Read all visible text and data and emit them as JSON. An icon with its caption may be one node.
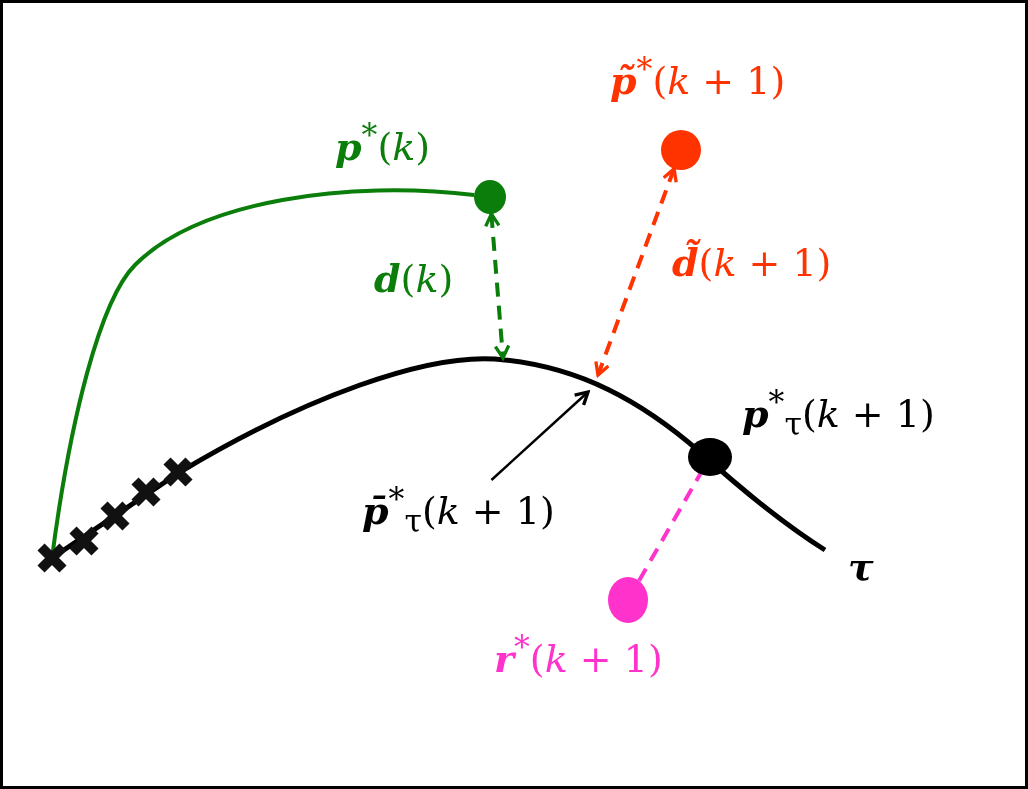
{
  "diagram": {
    "nodes": [
      {
        "text": [
          "**p**$^{*}$(*k*)"
        ]
      },
      {
        "text": [
          "**p̃**$^{*}$(*k* + 1)"
        ]
      },
      {
        "text": [
          "**p**$^{*}$$_{τ}$(*k* + 1)"
        ]
      },
      {
        "text": [
          "**r**$^{*}$(*k* + 1)"
        ]
      },
      {
        "text": [
          "**p̄**$^{*}$$_{τ}$(*k* + 1)"
        ]
      },
      {
        "text": [],
        "shape": "cross"
      },
      {
        "text": [],
        "shape": "cross"
      },
      {
        "text": [],
        "shape": "cross"
      },
      {
        "text": [],
        "shape": "cross"
      },
      {
        "text": [],
        "shape": "cross"
      }
    ],
    "edges": [
      {
        "from": 0,
        "to": null,
        "arrow": "both",
        "style": "dashed",
        "color": "#0a7d0a",
        "label": "**d**(*k*)"
      },
      {
        "from": 1,
        "to": null,
        "arrow": "both",
        "style": "dashed",
        "color": "#ff3300",
        "label": "**d̃**(*k* + 1)"
      },
      {
        "from": 3,
        "to": 2,
        "arrow": "none",
        "style": "dashed",
        "color": "#ff33cc"
      },
      {
        "from": 4,
        "to": null,
        "arrow": "to",
        "color": "#000000"
      },
      {
        "from": 5,
        "to": 0,
        "arrow": "none",
        "color": "#0a7d0a"
      }
    ],
    "labels": [
      "τ"
    ]
  }
}
